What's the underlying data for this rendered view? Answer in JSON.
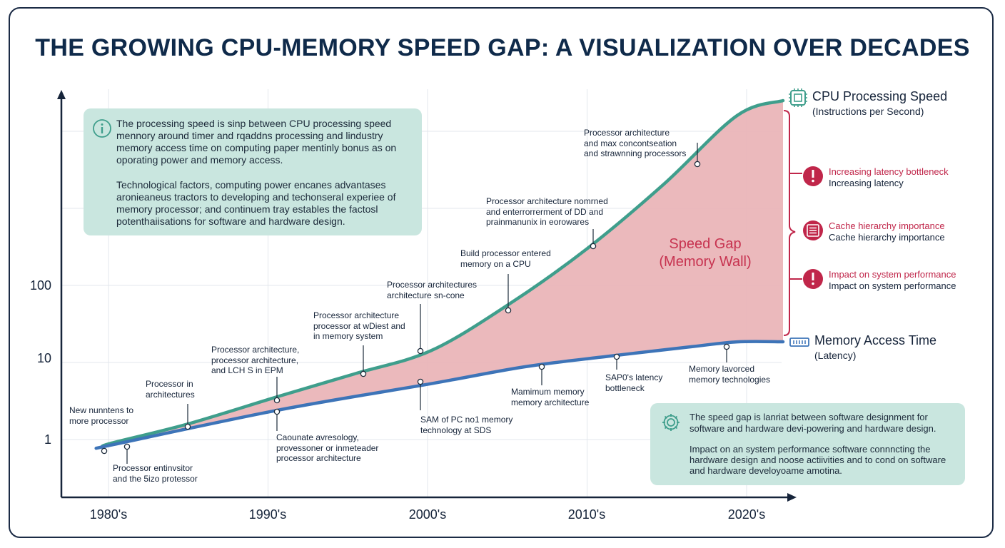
{
  "title": "THE GROWING CPU-MEMORY SPEED GAP: A VISUALIZATION OVER DECADES",
  "colors": {
    "cpu_line": "#3f9e8c",
    "memory_line": "#3d74b8",
    "gap_fill": "#eab5b8",
    "box_fill": "#c9e6df",
    "alert": "#c0264a",
    "text": "#16243a"
  },
  "info_box": {
    "icon": "info-icon",
    "paragraph_1": "The processing speed is sinp between CPU processing speed mennory around timer and rqaddns processing and lindustry memory access time on computing paper mentinly bonus as on oporating power and memory access.",
    "paragraph_2": "Technological factors, computing power encanes advantases aronieaneus tractors to developing and techonseral experiee of memory processor; and continuem tray estables the factosl potenthaiisations for software and hardware design."
  },
  "bottom_box": {
    "icon": "gear-icon",
    "paragraph_1": "The speed gap is lanriat between software designment for software and hardware devi-powering and hardware design.",
    "paragraph_2": "Impact on an system performance software connncting the hardware design and noose actiivities and to cond on software and hardware develoyoame amotina."
  },
  "legend": {
    "cpu": {
      "icon": "cpu-chip-icon",
      "title": "CPU Processing Speed",
      "subtitle": "(Instructions per Second)"
    },
    "memory": {
      "icon": "memory-module-icon",
      "title": "Memory Access Time",
      "subtitle": "(Latency)"
    }
  },
  "side_notes": [
    {
      "icon": "alert-icon",
      "red": "Increasing latency bottleneck",
      "dark": "Increasing latency"
    },
    {
      "icon": "cache-icon",
      "red": "Cache hierarchy importance",
      "dark": "Cache hierarchy importance"
    },
    {
      "icon": "alert-icon",
      "red": "Impact on system performance",
      "dark": "Impact on system performance"
    }
  ],
  "chart_data": {
    "type": "area",
    "x_ticks": [
      "1980's",
      "1990's",
      "2000's",
      "2010's",
      "2020's"
    ],
    "y_ticks": [
      "1",
      "10",
      "100"
    ],
    "y_scale": "log",
    "grid": true,
    "gap_label": [
      "Speed Gap",
      "(Memory Wall)"
    ],
    "series": [
      {
        "name": "CPU Processing Speed",
        "x": [
          1979.6,
          1980.2,
          1985.0,
          1990.6,
          1995.4,
          2000.2,
          2005.1,
          2010.0,
          2014.8,
          2019.4
        ],
        "y": [
          0.8,
          0.9,
          1.6,
          3.6,
          7.1,
          14.2,
          57,
          300,
          2050,
          16000
        ]
      },
      {
        "name": "Memory Access Time",
        "x": [
          1979.6,
          1980.2,
          1990.6,
          2000.2,
          2006.1,
          2011.3,
          2016.3,
          2019.4
        ],
        "y": [
          0.8,
          0.85,
          2.4,
          5.3,
          8.8,
          12.0,
          15.8,
          18.5
        ]
      }
    ],
    "annotations": [
      {
        "text": "New nunntens to\nmore processor"
      },
      {
        "text": "Processor entinvsitor\nand the 5izo protessor"
      },
      {
        "text": "Processor in\narchitectures"
      },
      {
        "text": "Processor architecture,\nprocessor architecture,\nand LCH S in EPM"
      },
      {
        "text": "Caounate avresology,\nprovessoner or inmeteader\nprocessor architecture"
      },
      {
        "text": "Processor architecture\nprocessor at wDiest and\nin memory system"
      },
      {
        "text": "Processor architectures\narchitecture sn-cone"
      },
      {
        "text": "SAM of PC no1 memory\ntechnology at SDS"
      },
      {
        "text": "Build processor entered\nmemory on a CPU"
      },
      {
        "text": "Processor architecture nomrned\nand enterrorrerment of DD and\nprainmanunix in eorowares"
      },
      {
        "text": "Mamimum memory\nmemory architecture"
      },
      {
        "text": "Processor architecture\nand max concontseation\nand strawnning processors"
      },
      {
        "text": "SAP0's latency\nbottleneck"
      },
      {
        "text": "Memory lavorced\nmemory technologies"
      }
    ]
  }
}
